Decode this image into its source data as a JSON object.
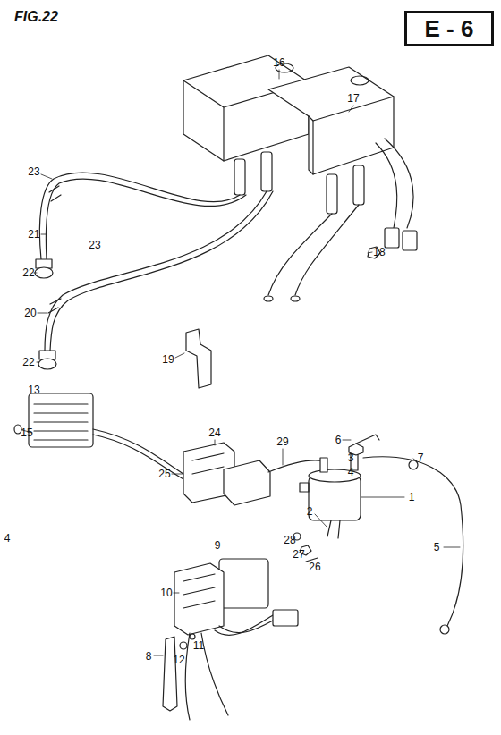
{
  "diagram": {
    "title": "FIG.22",
    "nodes": [
      {
        "text": [
          "E - 6"
        ]
      }
    ],
    "edges": [],
    "labels": [
      "16",
      "17",
      "23",
      "21",
      "22",
      "23",
      "20",
      "22",
      "18",
      "19",
      "13",
      "15",
      "4",
      "24",
      "29",
      "6",
      "3",
      "4",
      "7",
      "25",
      "1",
      "2",
      "9",
      "28",
      "27",
      "26",
      "5",
      "10",
      "8",
      "12",
      "11"
    ]
  }
}
